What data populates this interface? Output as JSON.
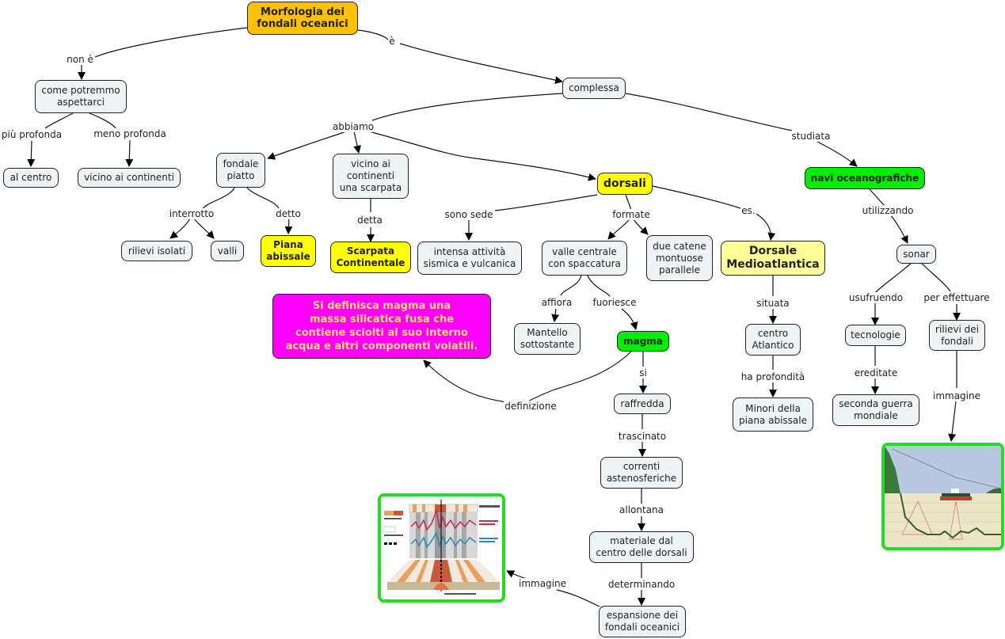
{
  "colors": {
    "root": "#ffc000",
    "default": "#eef3f6",
    "yellow": "#ffff00",
    "paleYellow": "#ffff99",
    "green": "#00ee00",
    "magenta": "#ff00ff",
    "magentaText": "#ffe066",
    "imageBorder": "#22dd22"
  },
  "nodes": {
    "root": "Morfologia dei\nfondali oceanici",
    "come": "come potremmo\naspettarci",
    "alcentro": "al centro",
    "vicinocont": "vicino ai continenti",
    "complessa": "complessa",
    "fondale": "fondale\npiatto",
    "vicinoscarpata": "vicino ai\ncontinenti\nuna scarpata",
    "dorsali": "dorsali",
    "navi": "navi oceanografiche",
    "rilievi": "rilievi isolati",
    "valli": "valli",
    "piana": "Piana\nabissale",
    "scarpata": "Scarpata\nContinentale",
    "intensa": "intensa attività\nsismica e vulcanica",
    "valle": "valle centrale\ncon spaccatura",
    "duecatene": "due catene\nmontuose\nparallele",
    "dorsalemedio": "Dorsale\nMedioatlantica",
    "sonar": "sonar",
    "definizione": "Si definisca magma una\nmassa silicatica fusa che\ncontiene sciolti al suo interno\nacqua e altri componenti volatili.",
    "mantello": "Mantello\nsottostante",
    "magma": "magma",
    "centroatl": "centro\nAtlantico",
    "tecnologie": "tecnologie",
    "rilievifondali": "rilievi dei\nfondali",
    "raffredda": "raffredda",
    "minori": "Minori della\npiana abissale",
    "seconda": "seconda guerra\nmondiale",
    "correnti": "correnti\nastenosferiche",
    "materiale": "materiale dal\ncentro delle dorsali",
    "espansione": "espansione dei\nfondali oceanici"
  },
  "links": {
    "none": "non è",
    "e": "è",
    "piuprofonda": "più profonda",
    "menoprofonda": "meno profonda",
    "abbiamo": "abbiamo",
    "studiata": "studiata",
    "interrotto": "interrotto",
    "detto": "detto",
    "detta": "detta",
    "sonosede": "sono sede",
    "formate": "formate",
    "es": "es.",
    "utilizzando": "utilizzando",
    "affiora": "affiora",
    "fuoriesce": "fuoriesce",
    "situata": "situata",
    "usufruendo": "usufruendo",
    "pereffettuare": "per effettuare",
    "si": "si",
    "definizione": "definizione",
    "haprofondita": "ha profondità",
    "ereditate": "ereditate",
    "immagine1": "immagine",
    "trascinato": "trascinato",
    "allontana": "allontana",
    "determinando": "determinando",
    "immagine2": "immagine"
  },
  "images": {
    "magnetic": "magnetic-striping-diagram",
    "sonar": "sonar-survey-illustration"
  }
}
